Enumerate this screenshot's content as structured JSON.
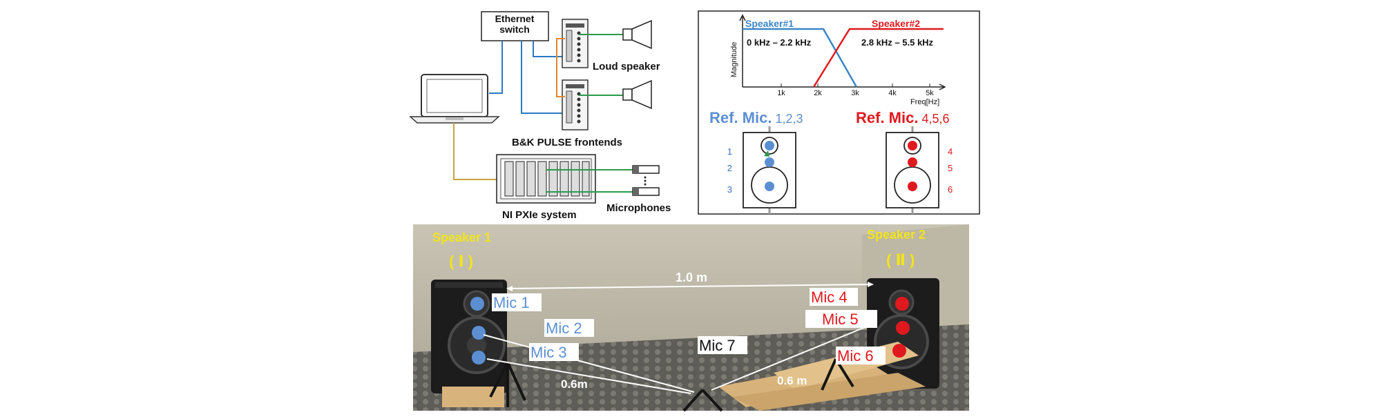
{
  "setup_diagram": {
    "ethernet_switch": "Ethernet\nswitch",
    "loud_speaker": "Loud speaker",
    "frontends": "B&K PULSE frontends",
    "pxie": "NI PXIe system",
    "microphones": "Microphones"
  },
  "filter_plot": {
    "ylabel": "Magnitude",
    "xlabel": "Freq[Hz]",
    "ticks": [
      "1k",
      "2k",
      "3k",
      "4k",
      "5k"
    ],
    "speaker1": {
      "name": "Speaker#1",
      "band": "0 kHz – 2.2 kHz",
      "color": "#3a86c8"
    },
    "speaker2": {
      "name": "Speaker#2",
      "band": "2.8 kHz – 5.5 kHz",
      "color": "#e0191e"
    }
  },
  "ref_mics": {
    "left": {
      "title": "Ref. Mic.",
      "nums": " 1,2,3",
      "labels": [
        "1",
        "2",
        "3"
      ],
      "color": "#5b8fd2"
    },
    "right": {
      "title": "Ref. Mic.",
      "nums": " 4,5,6",
      "labels": [
        "4",
        "5",
        "6"
      ],
      "color": "#e0191e"
    }
  },
  "photo": {
    "speaker1_label": "Speaker 1",
    "speaker1_roman": "( Ⅰ )",
    "speaker2_label": "Speaker 2",
    "speaker2_roman": "( Ⅱ )",
    "distance_top": "1.0 m",
    "distance_left": "0.6m",
    "distance_right": "0.6 m",
    "mics": [
      "Mic 1",
      "Mic 2",
      "Mic 3",
      "Mic 4",
      "Mic 5",
      "Mic 6",
      "Mic 7"
    ],
    "label_yellow": "#f2e51a"
  }
}
